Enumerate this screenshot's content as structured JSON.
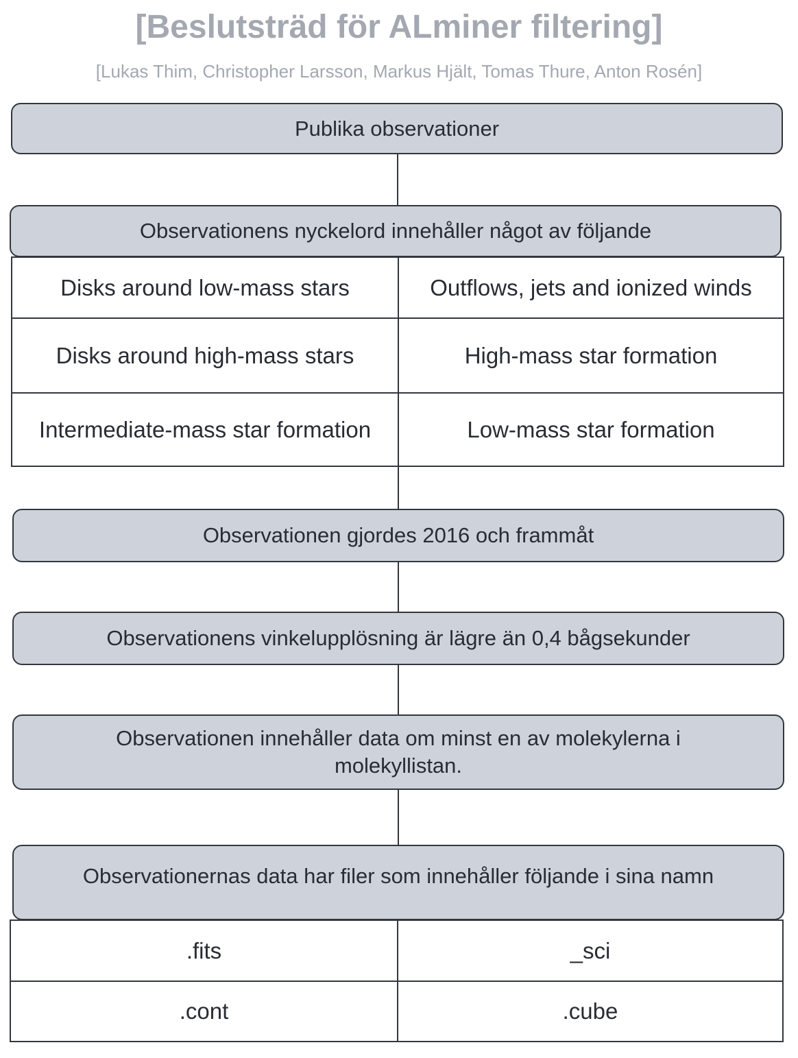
{
  "header": {
    "title": "[Beslutsträd för ALminer filtering]",
    "authors": "[Lukas Thim, Christopher Larsson, Markus Hjält, Tomas Thure, Anton Rosén]"
  },
  "nodes": {
    "public": "Publika observationer",
    "keywords": "Observationens nyckelord innehåller något av följande",
    "year": "Observationen gjordes 2016 och frammåt",
    "resolution": "Observationens vinkelupplösning är lägre än 0,4 bågsekunder",
    "molecules": "Observationen innehåller data om minst en av molekylerna i molekyllistan.",
    "filenames": "Observationernas data har filer som innehåller följande i sina namn"
  },
  "keyword_options": [
    "Disks around low-mass stars",
    "Outflows, jets and ionized winds",
    "Disks around high-mass stars",
    "High-mass star formation",
    "Intermediate-mass star formation",
    "Low-mass star formation"
  ],
  "file_options": [
    ".fits",
    "_sci",
    ".cont",
    ".cube"
  ],
  "colors": {
    "node_fill": "#ced3db",
    "border": "#33373d",
    "title_gray": "#a3a8b1"
  }
}
